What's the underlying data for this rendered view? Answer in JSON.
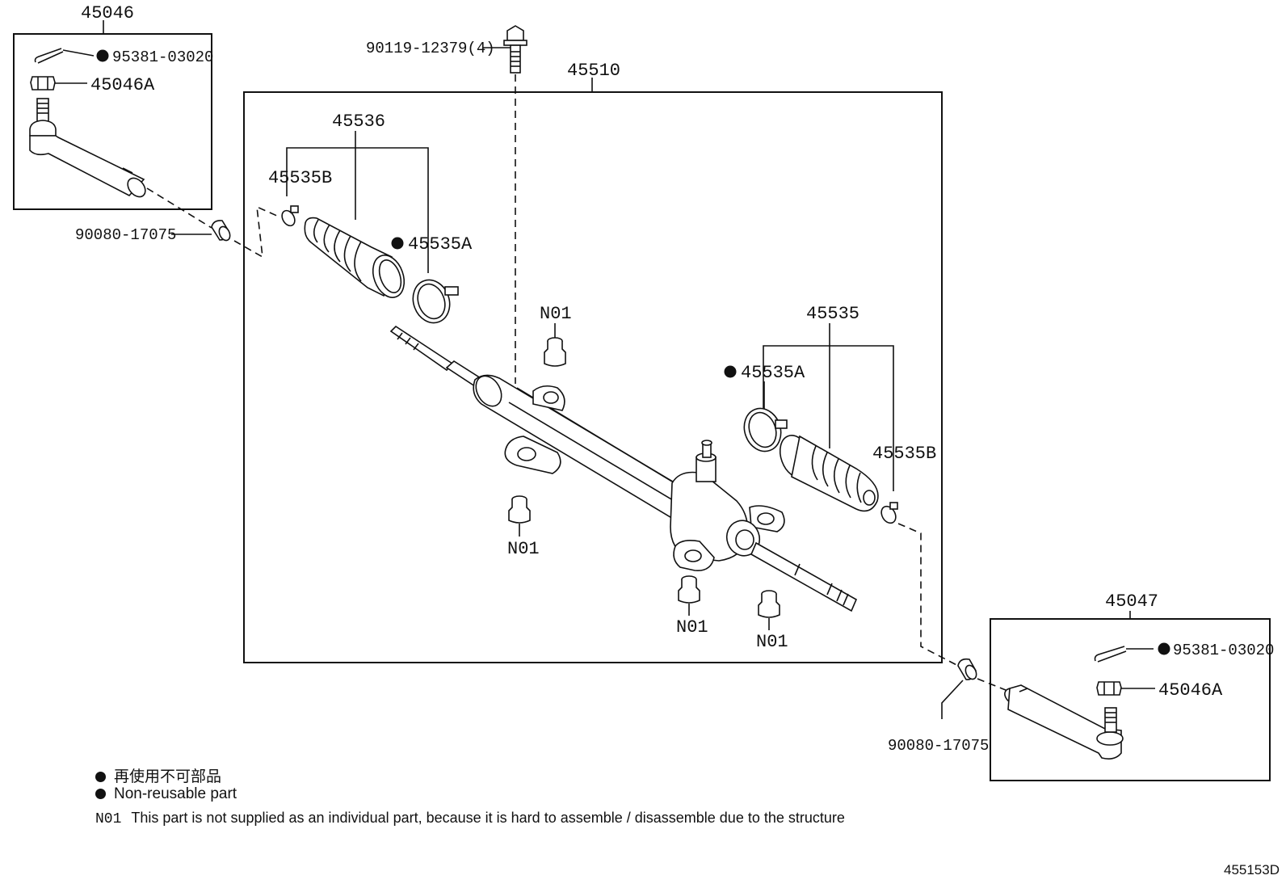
{
  "parts": {
    "tie_rod_end_left": "45046",
    "cotter_pin_left": "95381-03020",
    "nut_left": "45046A",
    "boot_left": "90080-17075",
    "bolt": "90119-12379(4)",
    "rack_assembly": "45510",
    "boot_kit_left": "45536",
    "clip_left": "45535B",
    "clamp_left": "45535A",
    "bushing_1": "N01",
    "bushing_2": "N01",
    "bushing_3": "N01",
    "bushing_4": "N01",
    "boot_kit_right": "45535",
    "clamp_right": "45535A",
    "clip_right": "45535B",
    "tie_rod_end_right": "45047",
    "cotter_pin_right": "95381-03020",
    "nut_right": "45046A",
    "boot_right": "90080-17075"
  },
  "legend": {
    "non_reusable_jp": "再使用不可部品",
    "non_reusable_en": "Non-reusable part",
    "n01_code": "N01",
    "n01_text": "This part is not supplied as an individual part, because it is hard to assemble / disassemble due to the structure"
  },
  "diagram_ref": "455153D"
}
